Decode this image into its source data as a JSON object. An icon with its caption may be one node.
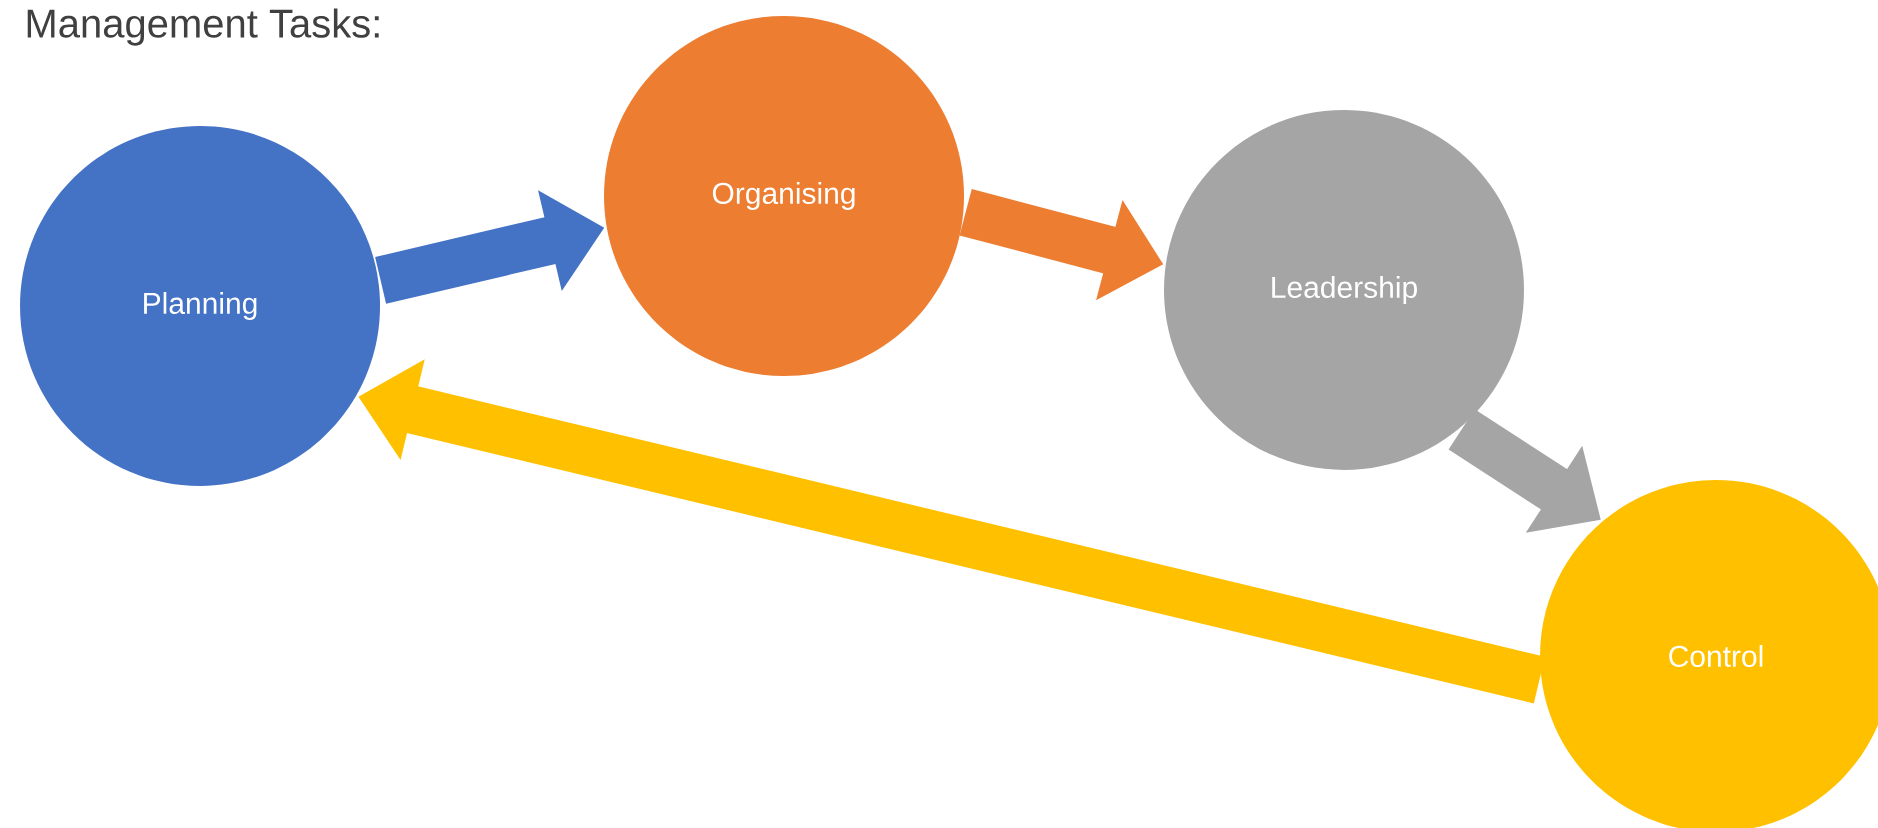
{
  "diagram": {
    "title": "Management Tasks:",
    "nodes": [
      {
        "text": [
          "Planning"
        ]
      },
      {
        "text": [
          "Organising"
        ]
      },
      {
        "text": [
          "Leadership"
        ]
      },
      {
        "text": [
          "Control"
        ]
      }
    ],
    "edges": [
      {
        "from": 0,
        "to": 1,
        "arrow": "to",
        "color": "#4472c4"
      },
      {
        "from": 1,
        "to": 2,
        "arrow": "to",
        "color": "#ed7d31"
      },
      {
        "from": 2,
        "to": 3,
        "arrow": "to",
        "color": "#a5a5a5"
      },
      {
        "from": 3,
        "to": 0,
        "arrow": "to",
        "color": "#ffc000"
      }
    ]
  }
}
